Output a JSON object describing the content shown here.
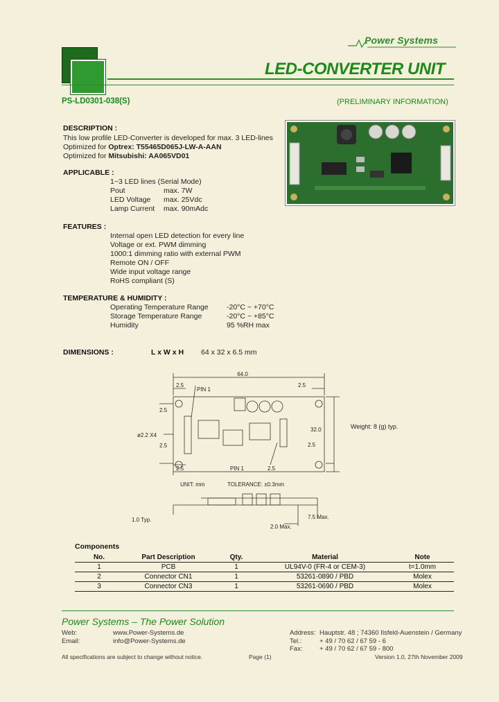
{
  "header": {
    "logo_text": "Power Systems",
    "title": "LED-CONVERTER UNIT",
    "part_number": "PS-LD0301-038(S)",
    "status": "(PRELIMINARY INFORMATION)"
  },
  "description": {
    "heading": "DESCRIPTION :",
    "line1": "This low profile LED-Converter is developed for max. 3 LED-lines",
    "line2_prefix": "Optimized for ",
    "line2_bold": "Optrex: T55465D065J-LW-A-AAN",
    "line3_prefix": "Optimized for ",
    "line3_bold": "Mitsubishi: AA065VD01"
  },
  "applicable": {
    "heading": "APPLICABLE :",
    "rows": [
      {
        "label": "1~3  LED lines (Serial Mode)",
        "value": ""
      },
      {
        "label": "Pout",
        "value": "max. 7W"
      },
      {
        "label": "LED Voltage",
        "value": "max. 25Vdc"
      },
      {
        "label": "Lamp Current",
        "value": "max. 90mAdc"
      }
    ]
  },
  "features": {
    "heading": "FEATURES :",
    "items": [
      "Internal open LED detection for every line",
      "Voltage or ext. PWM dimming",
      "1000:1 dimming ratio with external PWM",
      "Remote ON / OFF",
      "Wide input voltage range",
      "RoHS compliant (S)"
    ]
  },
  "temperature": {
    "heading": "TEMPERATURE & HUMIDITY :",
    "rows": [
      {
        "label": "Operating Temperature Range",
        "value": "-20°C ~ +70°C"
      },
      {
        "label": "Storage Temperature Range",
        "value": "-20°C ~ +85°C"
      },
      {
        "label": "Humidity",
        "value": "95 %RH max"
      }
    ]
  },
  "dimensions": {
    "heading": "DIMENSIONS :",
    "label": "L x W x H",
    "value": "64 x 32 x 6.5 mm"
  },
  "drawing": {
    "overall_width": "64.0",
    "height": "32.0",
    "offset": "2.5",
    "pin1": "PIN 1",
    "hole": "ø2.2 X4",
    "weight": "Weight: 8 (g) typ.",
    "unit": "UNIT:  mm",
    "tolerance": "TOLERANCE:  ±0.3mm",
    "pcb_thickness": "1.0  Typ.",
    "component_height": "2.0  Max.",
    "total_height": "7.5  Max."
  },
  "components": {
    "heading": "Components",
    "columns": [
      "No.",
      "Part Description",
      "Qty.",
      "Material",
      "Note"
    ],
    "rows": [
      [
        "1",
        "PCB",
        "1",
        "UL94V-0 (FR-4 or CEM-3)",
        "t=1.0mm"
      ],
      [
        "2",
        "Connector CN1",
        "1",
        "53261-0890 / PBD",
        "Molex"
      ],
      [
        "3",
        "Connector CN3",
        "1",
        "53261-0690 / PBD",
        "Molex"
      ]
    ]
  },
  "footer": {
    "slogan": "Power Systems – The Power Solution",
    "web_label": "Web:",
    "web_value": "www.Power-Systems.de",
    "email_label": "Email:",
    "email_value": "info@Power-Systems.de",
    "address_label": "Address:",
    "address_value": "Hauptstr. 48 ; 74360 Ilsfeld-Auenstein / Germany",
    "tel_label": "Tel.:",
    "tel_value": "+ 49 / 70 62 / 67 59 - 6",
    "fax_label": "Fax:",
    "fax_value": "+ 49 / 70 62 / 67 59 - 800",
    "disclaimer": "All specifications are subject to change without notice.",
    "page": "Page (1)",
    "version": "Version 1.0, 27th November 2009"
  },
  "colors": {
    "brand_green": "#1a8a1a",
    "background": "#f5f0dc"
  }
}
